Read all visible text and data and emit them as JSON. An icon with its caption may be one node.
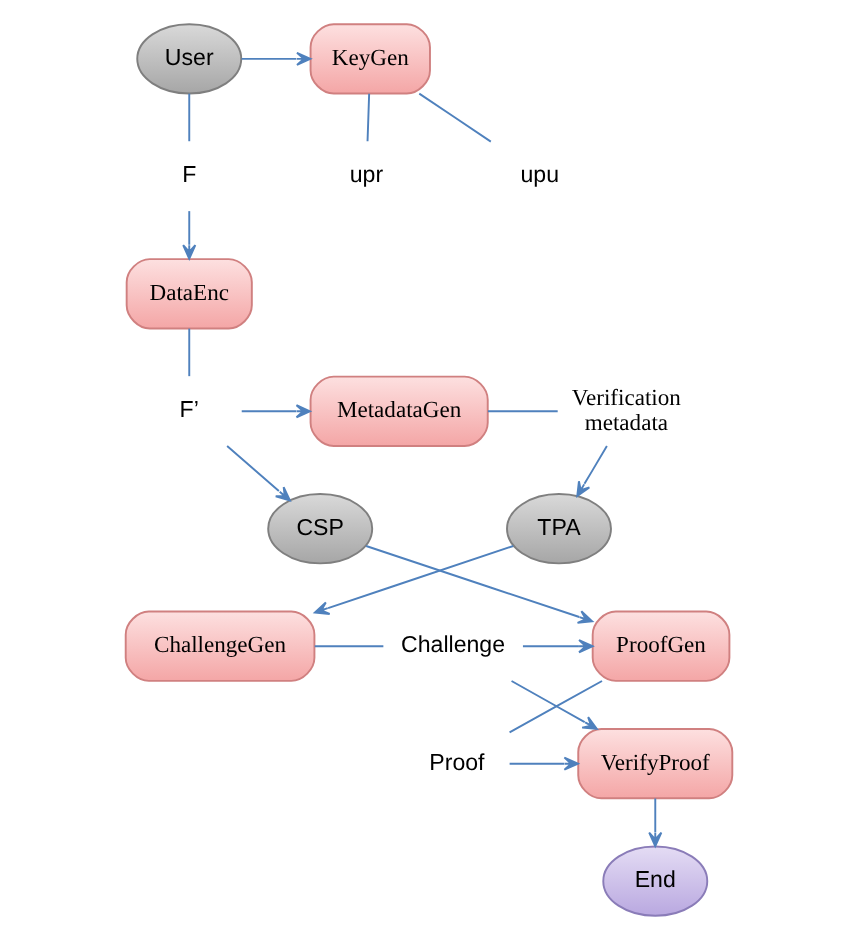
{
  "diagram": {
    "nodes": [
      {
        "text": [
          "User"
        ]
      },
      {
        "text": [
          "KeyGen"
        ]
      },
      {
        "text": [
          "upu"
        ]
      },
      {
        "text": [
          "upr"
        ]
      },
      {
        "text": [
          "F"
        ]
      },
      {
        "text": [
          "DataEnc"
        ]
      },
      {
        "text": [
          "F’"
        ]
      },
      {
        "text": [
          "MetadataGen"
        ]
      },
      {
        "text": [
          "Verification metadata"
        ]
      },
      {
        "text": [
          "CSP"
        ]
      },
      {
        "text": [
          "TPA"
        ]
      },
      {
        "text": [
          "ProofGen"
        ]
      },
      {
        "text": [
          "Challenge"
        ]
      },
      {
        "text": [
          "ChallengeGen"
        ]
      },
      {
        "text": [
          "Proof"
        ]
      },
      {
        "text": [
          "VerifyProof"
        ]
      },
      {
        "text": [
          "End"
        ]
      }
    ],
    "edges": [
      {
        "from": 0,
        "to": 1,
        "arrow": "to"
      },
      {
        "from": 1,
        "to": 2,
        "arrow": "none"
      },
      {
        "from": 1,
        "to": 3,
        "arrow": "none"
      },
      {
        "from": 0,
        "to": 4,
        "arrow": "none"
      },
      {
        "from": 4,
        "to": 5,
        "arrow": "to"
      },
      {
        "from": 5,
        "to": 6,
        "arrow": "none"
      },
      {
        "from": 6,
        "to": 7,
        "arrow": "to"
      },
      {
        "from": 6,
        "to": 9,
        "arrow": "to"
      },
      {
        "from": 7,
        "to": 8,
        "arrow": "none"
      },
      {
        "from": 8,
        "to": 10,
        "arrow": "to"
      },
      {
        "from": 10,
        "to": 13,
        "arrow": "to"
      },
      {
        "from": 9,
        "to": 11,
        "arrow": "to"
      },
      {
        "from": 13,
        "to": 12,
        "arrow": "none"
      },
      {
        "from": 12,
        "to": 11,
        "arrow": "to"
      },
      {
        "from": 12,
        "to": 15,
        "arrow": "to"
      },
      {
        "from": 11,
        "to": 14,
        "arrow": "none"
      },
      {
        "from": 14,
        "to": 15,
        "arrow": "to"
      },
      {
        "from": 15,
        "to": 16,
        "arrow": "to"
      }
    ]
  }
}
